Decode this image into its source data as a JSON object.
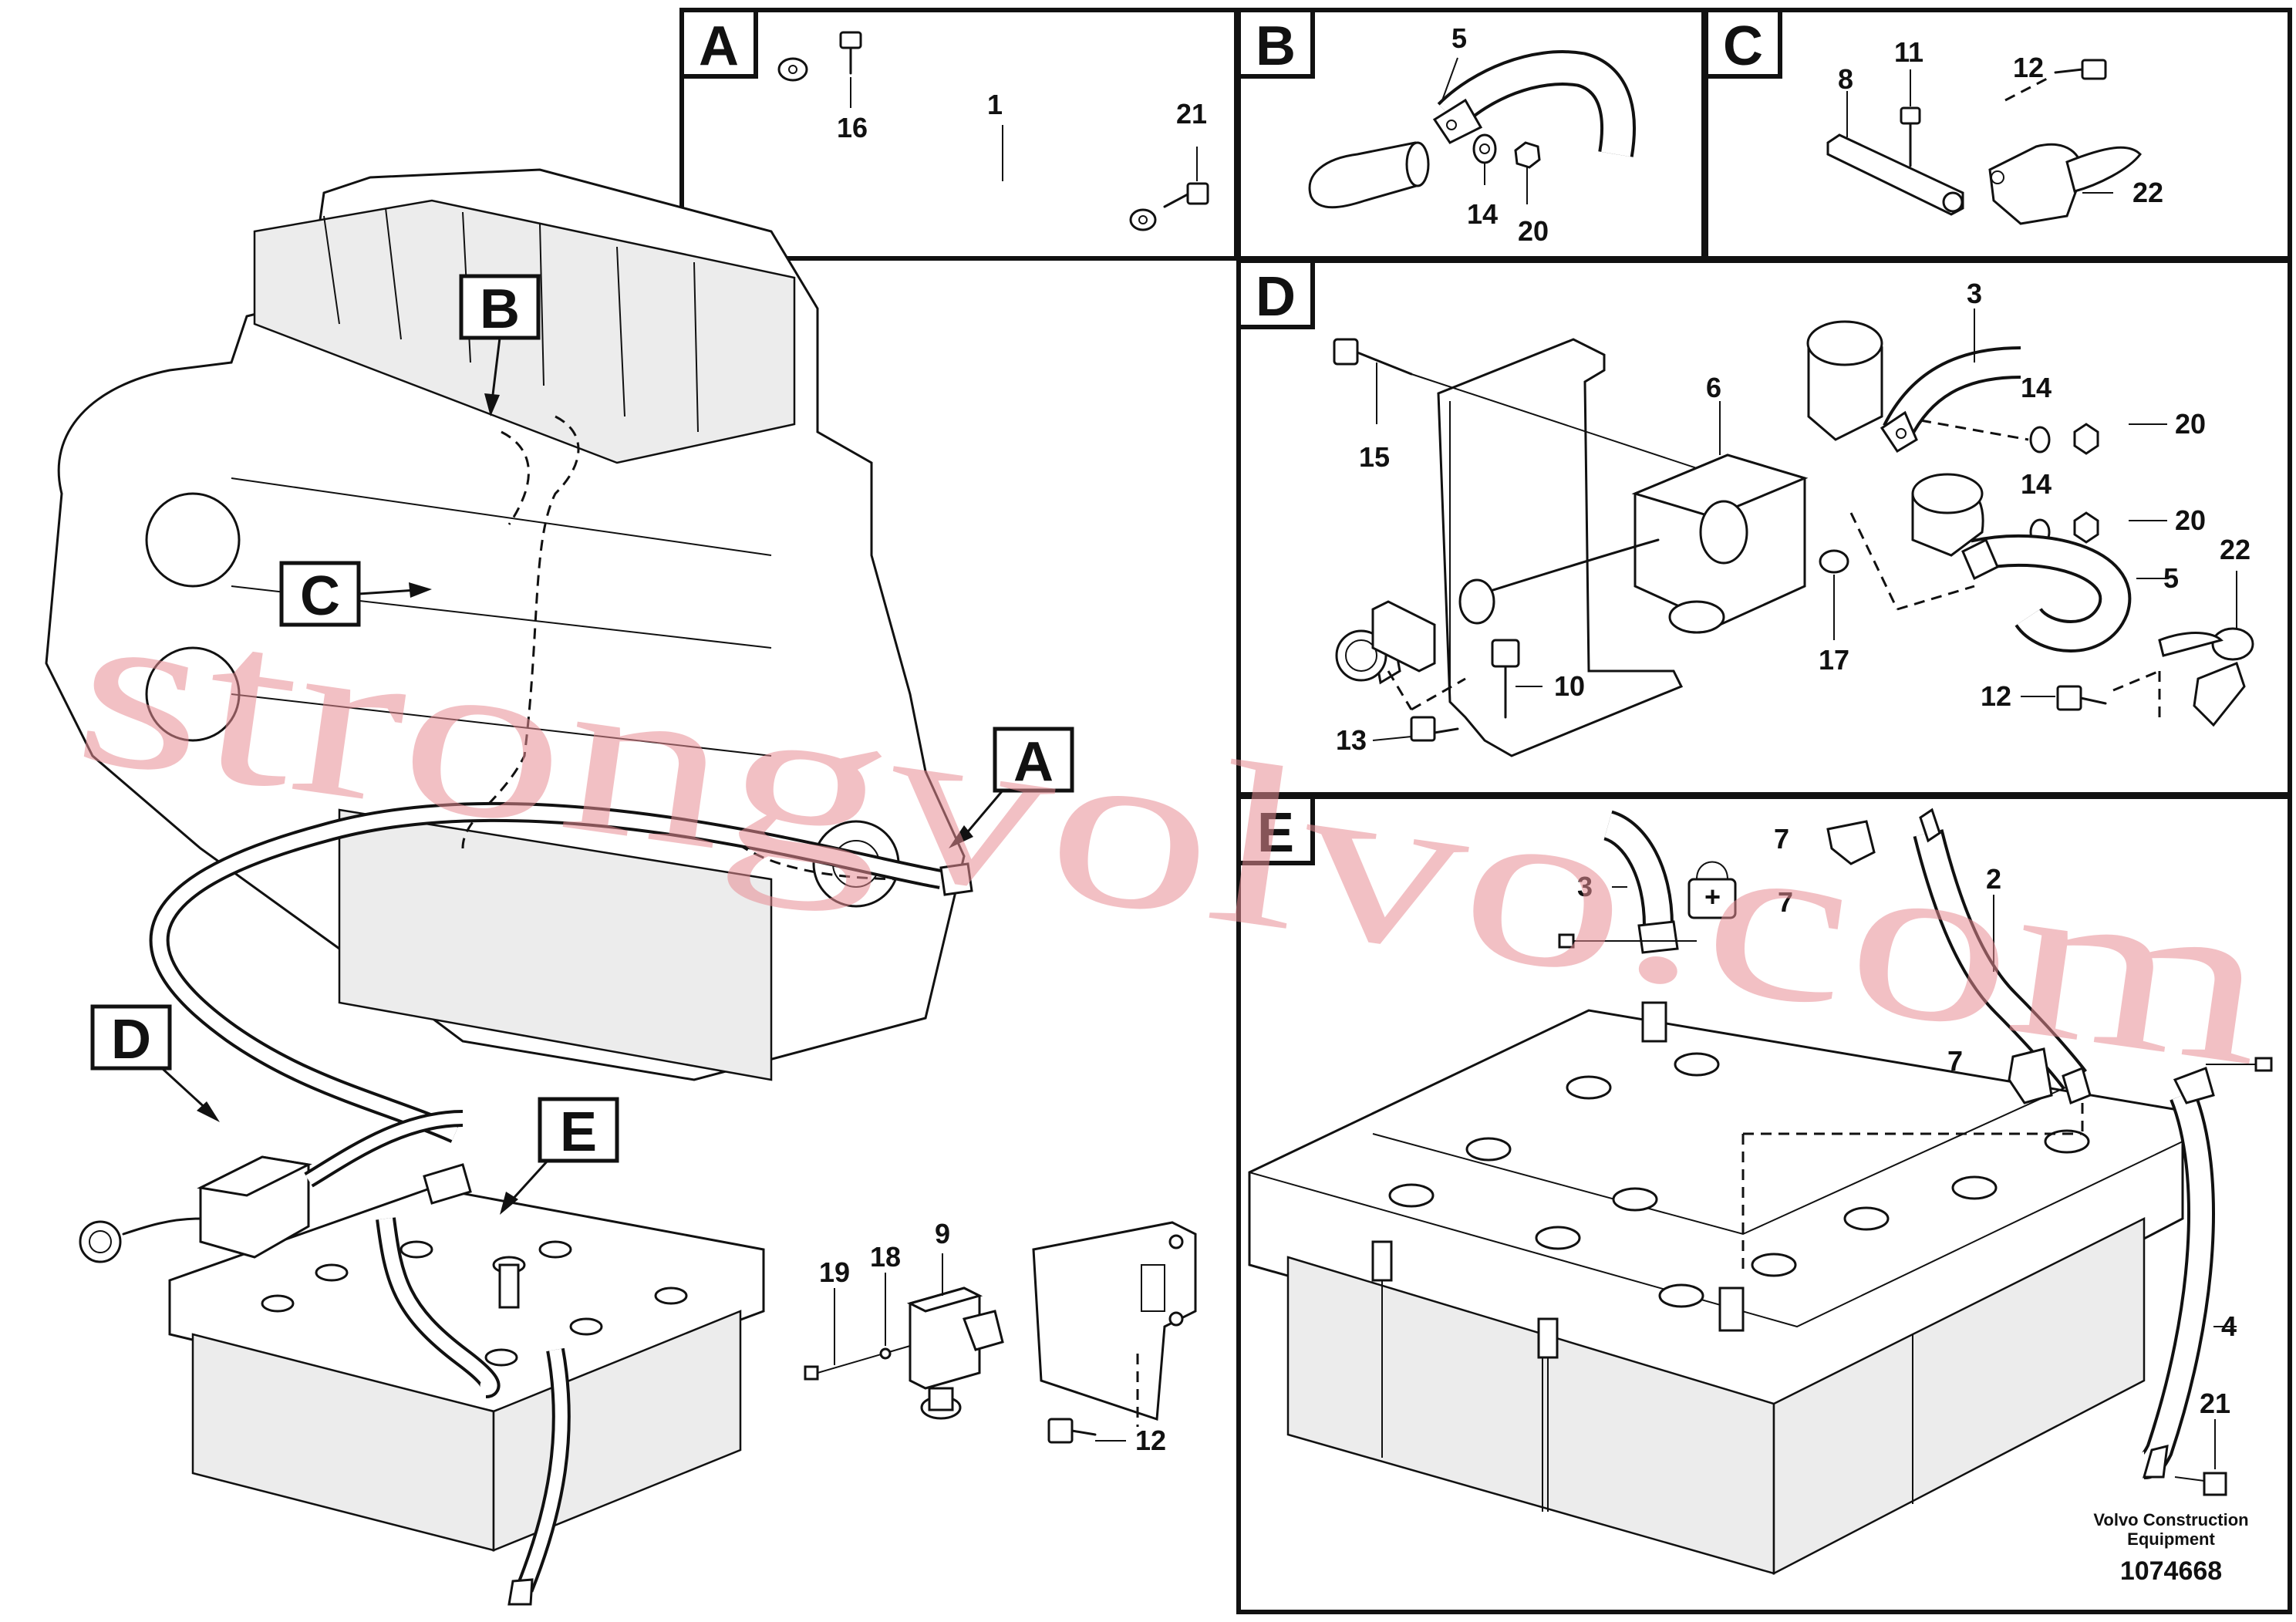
{
  "detail_tags": [
    "A",
    "B",
    "C",
    "D",
    "E"
  ],
  "callout_tags": [
    "A",
    "B",
    "C",
    "D",
    "E"
  ],
  "panel_a": {
    "tag": "A",
    "labels": [
      "16",
      "1",
      "21"
    ]
  },
  "panel_b": {
    "tag": "B",
    "labels": [
      "5",
      "14",
      "20"
    ]
  },
  "panel_c": {
    "tag": "C",
    "labels": [
      "8",
      "11",
      "12",
      "22"
    ]
  },
  "panel_d": {
    "tag": "D",
    "labels": [
      "3",
      "6",
      "14",
      "20",
      "15",
      "14",
      "20",
      "5",
      "22",
      "17",
      "10",
      "12",
      "13"
    ]
  },
  "panel_e": {
    "tag": "E",
    "labels": [
      "3",
      "7",
      "7",
      "2",
      "7",
      "4",
      "21"
    ]
  },
  "relay_labels": [
    "9",
    "18",
    "19",
    "12"
  ],
  "footer": {
    "brand_line1": "Volvo Construction",
    "brand_line2": "Equipment",
    "doc_number": "1074668"
  },
  "watermark": "strongvolvo.com"
}
